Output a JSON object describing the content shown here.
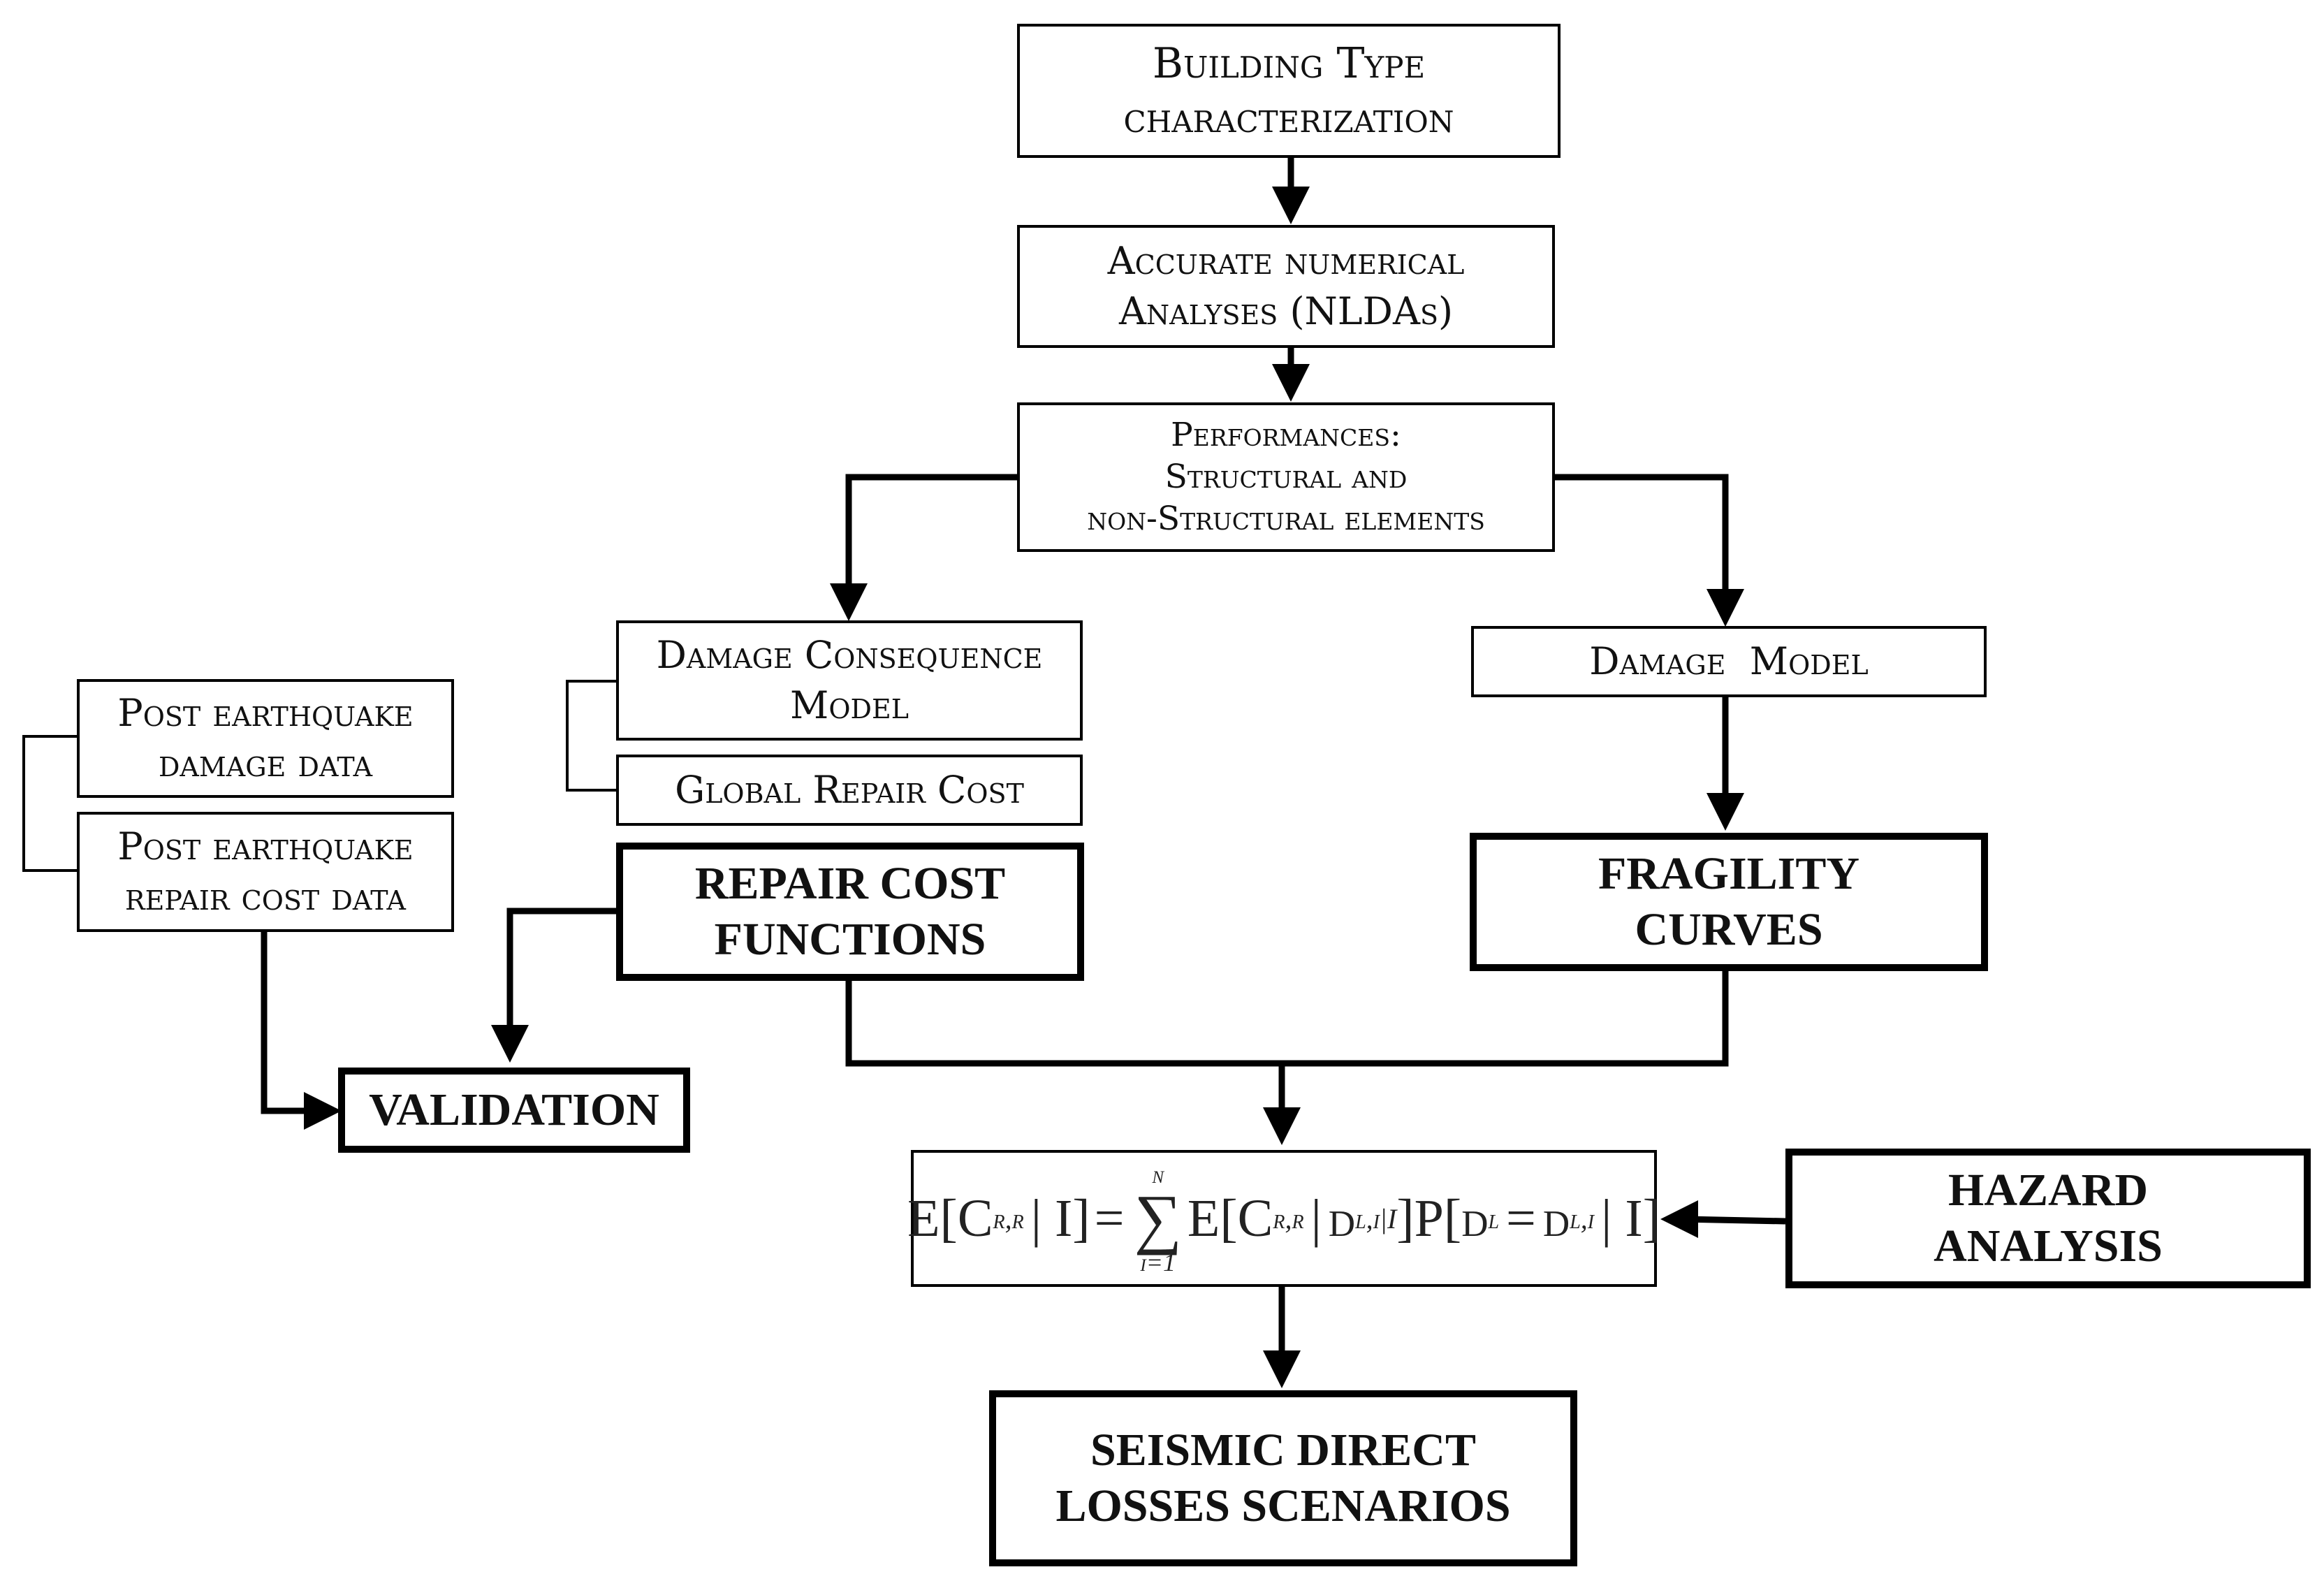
{
  "boxes": {
    "building_type": {
      "lines": [
        "Building Type",
        "characterization"
      ]
    },
    "numerical_analyses": {
      "lines": [
        "Accurate numerical",
        "Analyses (NLDAs)"
      ]
    },
    "performances": {
      "lines": [
        "Performances:",
        "Structural and",
        "non-Structural elements"
      ]
    },
    "damage_consequence_model": {
      "lines": [
        "Damage Consequence",
        "Model"
      ]
    },
    "global_repair_cost": {
      "lines": [
        "Global Repair Cost"
      ]
    },
    "damage_model": {
      "lines": [
        "Damage  Model"
      ]
    },
    "post_eq_damage_data": {
      "lines": [
        "Post earthquake",
        "damage data"
      ]
    },
    "post_eq_repair_cost_data": {
      "lines": [
        "Post earthquake",
        "repair cost data"
      ]
    },
    "repair_cost_functions": {
      "lines": [
        "REPAIR COST",
        "FUNCTIONS"
      ]
    },
    "fragility_curves": {
      "lines": [
        "FRAGILITY",
        "CURVES"
      ]
    },
    "validation": {
      "lines": [
        "VALIDATION"
      ]
    },
    "hazard_analysis": {
      "lines": [
        "HAZARD",
        "ANALYSIS"
      ]
    },
    "seismic_losses": {
      "lines": [
        "SEISMIC DIRECT",
        "LOSSES SCENARIOS"
      ]
    }
  },
  "equation": {
    "E": "E",
    "C": "C",
    "sub_rr": "r,r",
    "given_I": "| I",
    "equals": "=",
    "sum_top": "n",
    "sum_bottom": "i=1",
    "sigma": "∑",
    "d": "d",
    "sub_li_I": "l,i|I",
    "P": "P",
    "sub_l": "l",
    "sub_li": "l,i",
    "given_d": "|",
    "eq_inner": "="
  },
  "colors": {
    "stroke": "#000000",
    "background": "#ffffff"
  }
}
